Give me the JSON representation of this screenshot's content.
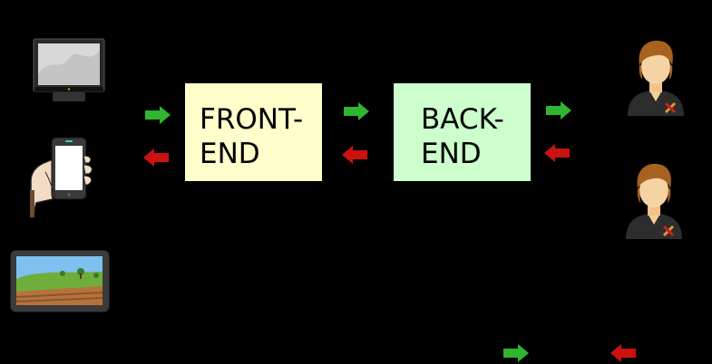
{
  "frontend": {
    "line1": "FRONT-",
    "line2": "END",
    "fill": "#ffffcc"
  },
  "backend": {
    "line1": "BACK-",
    "line2": "END",
    "fill": "#ccffcc"
  },
  "colors": {
    "arrow_right": "#2fb52f",
    "arrow_left": "#cc1111",
    "background": "#000000"
  },
  "icons": [
    "monitor-icon",
    "smartphone-in-hand-icon",
    "tablet-landscape-icon",
    "user-admin-icon"
  ]
}
